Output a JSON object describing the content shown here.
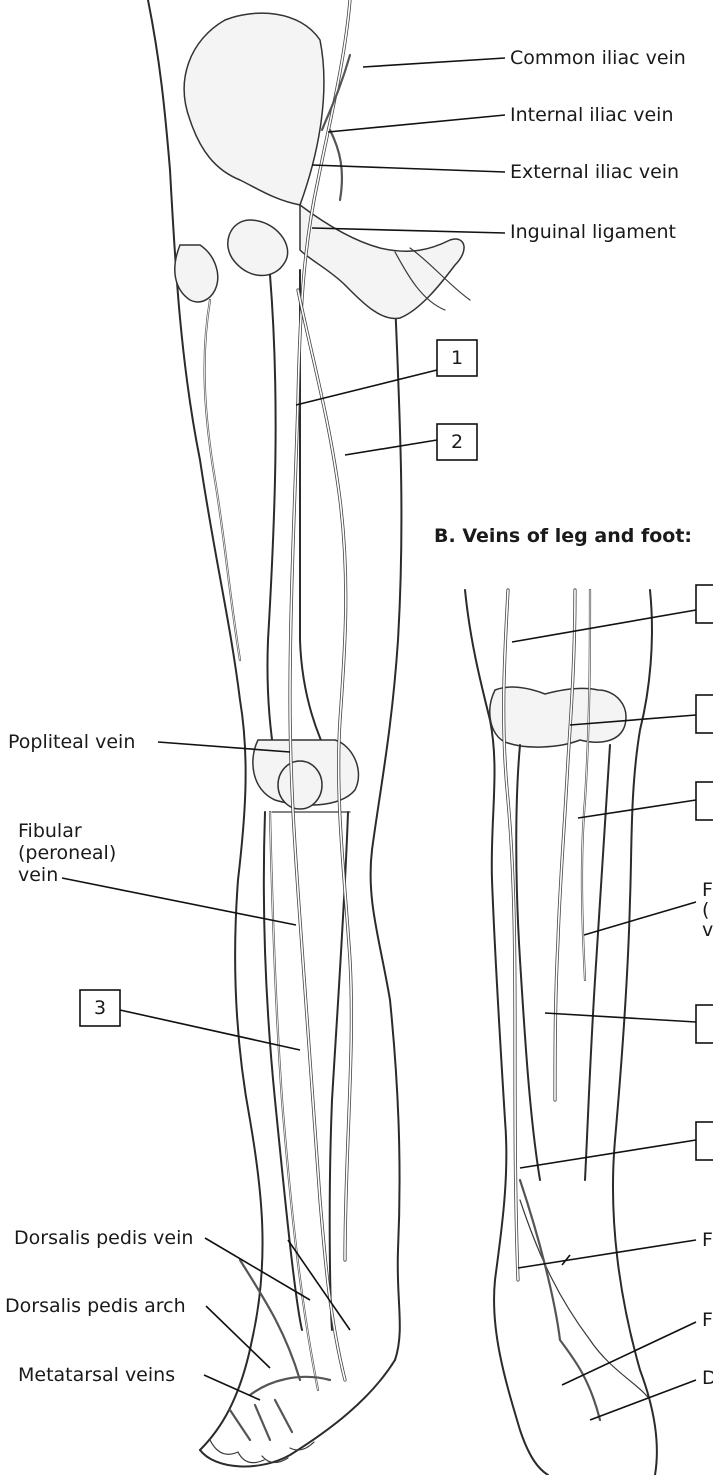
{
  "section_b_heading": "B. Veins of leg and foot:",
  "labels_a": {
    "common_iliac": "Common iliac vein",
    "internal_iliac": "Internal iliac vein",
    "external_iliac": "External iliac vein",
    "inguinal": "Inguinal ligament",
    "popliteal": "Popliteal vein",
    "fibular": "Fibular\n(peroneal)\nvein",
    "dorsalis_vein": "Dorsalis pedis vein",
    "dorsalis_arch": "Dorsalis pedis arch",
    "metatarsal": "Metatarsal veins"
  },
  "numbered_boxes": [
    "1",
    "2",
    "3"
  ],
  "labels_b_cropped": {
    "c1": "F",
    "c2": "(",
    "c3": "v",
    "c4": "F",
    "c5": "F",
    "c6": "D"
  }
}
